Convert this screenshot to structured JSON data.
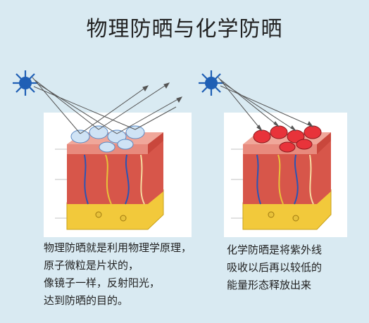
{
  "title": "物理防晒与化学防晒",
  "left": {
    "lines": [
      "物理防晒就是利用物理学原理，",
      "原子微粒是片状的，",
      "像镜子一样，反射阳光，",
      "达到防晒的目的。"
    ]
  },
  "right": {
    "lines": [
      "化学防晒是将紫外线",
      "吸收以后再以较低的",
      "能量形态释放出来"
    ]
  },
  "icons": {
    "sun_left": "sun-icon",
    "sun_right": "sun-icon"
  },
  "colors": {
    "background": "#d9eaf2",
    "sun": "#1f5fb5",
    "physical_particle": "#cfe3f5",
    "chemical_particle": "#e8333a",
    "skin": "#d7564a",
    "fat": "#f2c93b"
  }
}
